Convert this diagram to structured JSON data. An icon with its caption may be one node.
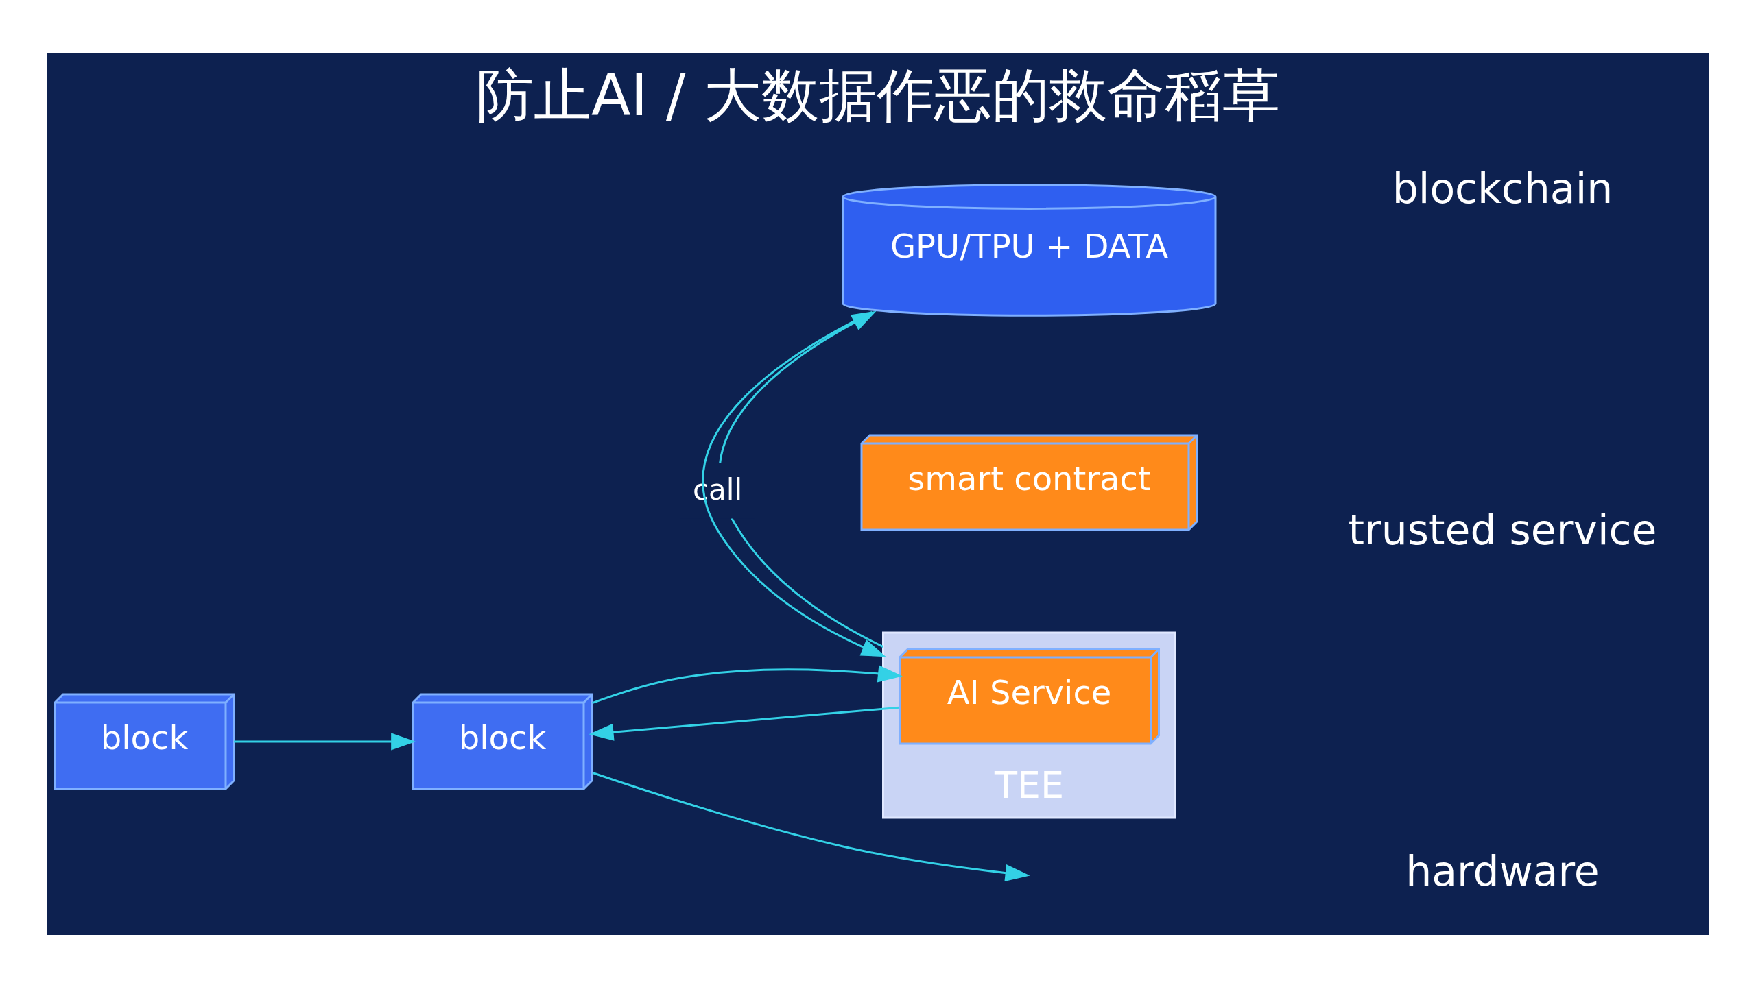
{
  "diagram": {
    "title": "防止AI / 大数据作恶的救命稻草",
    "nodes": [
      {
        "text": [
          "block"
        ]
      },
      {
        "text": [
          "smart contract"
        ]
      },
      {
        "text": [
          "block"
        ]
      },
      {
        "text": [
          "TEE"
        ]
      },
      {
        "text": [
          "AI Service"
        ],
        "in": 3
      },
      {
        "text": [
          "GPU/TPU + DATA"
        ]
      }
    ],
    "edges": [
      {
        "from": 0,
        "to": 2,
        "arrow": "to"
      },
      {
        "from": 2,
        "to": null,
        "arrow": "to"
      },
      {
        "from": 2,
        "to": 4,
        "arrow": "to"
      },
      {
        "from": 4,
        "to": 2,
        "arrow": "to"
      },
      {
        "from": 3,
        "to": 5,
        "label": "call",
        "arrow": "to"
      },
      {
        "from": 5,
        "to": 3,
        "arrow": "to"
      }
    ],
    "labels": [
      "blockchain",
      "trusted service",
      "hardware"
    ]
  }
}
